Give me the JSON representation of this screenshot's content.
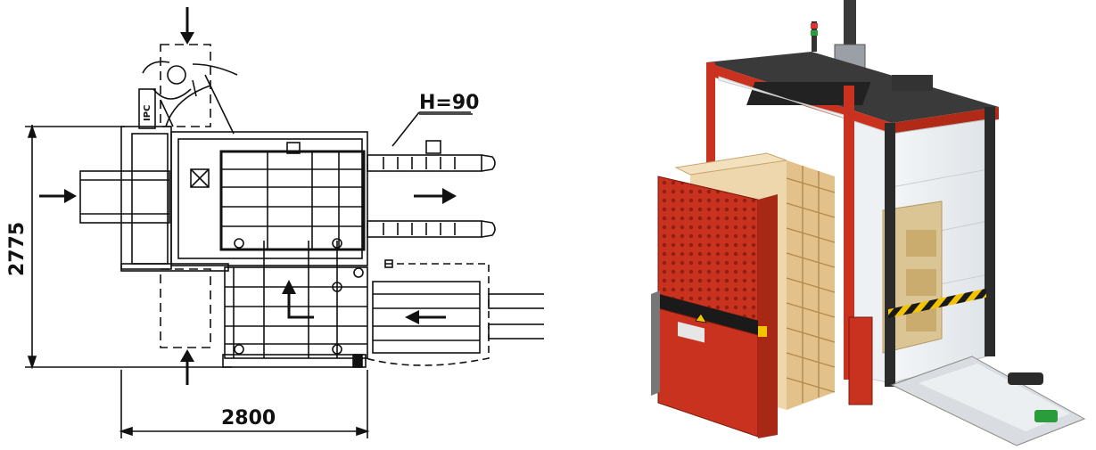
{
  "drawing": {
    "height_label": "H=90",
    "dim_vertical": "2775",
    "dim_horizontal": "2800",
    "ipc_label": "IPC"
  },
  "colors": {
    "line": "#111111",
    "frame_red": "#c8321e",
    "frame_dark": "#2b2b2b",
    "wood": "#e6c99a",
    "box": "#d9c28f"
  }
}
